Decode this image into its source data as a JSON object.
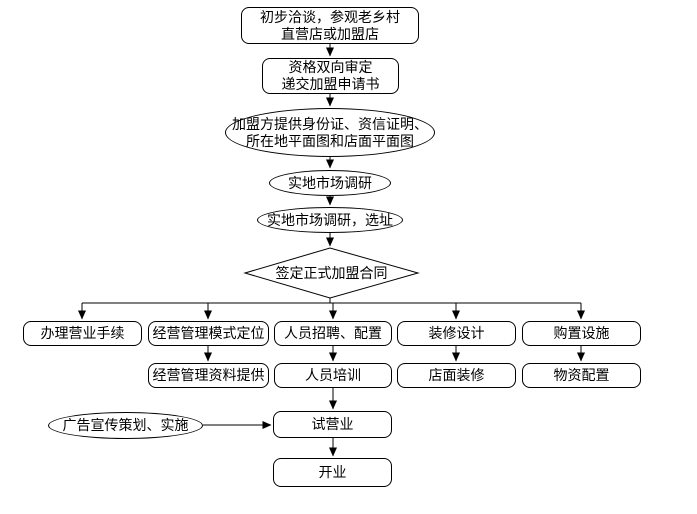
{
  "diagram": {
    "type": "flowchart",
    "colors": {
      "background": "#ffffff",
      "line": "#000000",
      "node_fill": "#ffffff",
      "text": "#000000"
    },
    "nodes": {
      "initial_talks": {
        "shape": "rounded-box",
        "text": "初步洽谈，参观老乡村\n直营店或加盟店"
      },
      "qualification_review": {
        "shape": "rounded-box",
        "text": "资格双向审定\n递交加盟申请书"
      },
      "provide_documents": {
        "shape": "ellipse",
        "text": "加盟方提供身份证、资信证明、\n所在地平面图和店面平面图"
      },
      "market_research": {
        "shape": "ellipse",
        "text": "实地市场调研"
      },
      "site_selection": {
        "shape": "ellipse",
        "text": "实地市场调研，选址"
      },
      "sign_contract": {
        "shape": "diamond",
        "text": "签定正式加盟合同"
      },
      "business_license": {
        "shape": "rounded-box",
        "text": "办理营业手续"
      },
      "management_mode": {
        "shape": "rounded-box",
        "text": "经营管理模式定位"
      },
      "recruitment": {
        "shape": "rounded-box",
        "text": "人员招聘、配置"
      },
      "decoration_design": {
        "shape": "rounded-box",
        "text": "装修设计"
      },
      "purchase_facilities": {
        "shape": "rounded-box",
        "text": "购置设施"
      },
      "management_materials": {
        "shape": "rounded-box",
        "text": "经营管理资料提供"
      },
      "staff_training": {
        "shape": "rounded-box",
        "text": "人员培训"
      },
      "store_decoration": {
        "shape": "rounded-box",
        "text": "店面装修"
      },
      "materials_allocation": {
        "shape": "rounded-box",
        "text": "物资配置"
      },
      "advertising": {
        "shape": "ellipse",
        "text": "广告宣传策划、实施"
      },
      "trial_operation": {
        "shape": "rounded-box",
        "text": "试营业"
      },
      "opening": {
        "shape": "rounded-box",
        "text": "开业"
      }
    },
    "edges": [
      {
        "from": "initial_talks",
        "to": "qualification_review"
      },
      {
        "from": "qualification_review",
        "to": "provide_documents"
      },
      {
        "from": "provide_documents",
        "to": "market_research"
      },
      {
        "from": "market_research",
        "to": "site_selection"
      },
      {
        "from": "site_selection",
        "to": "sign_contract"
      },
      {
        "from": "sign_contract",
        "to": "business_license"
      },
      {
        "from": "sign_contract",
        "to": "management_mode"
      },
      {
        "from": "sign_contract",
        "to": "recruitment"
      },
      {
        "from": "sign_contract",
        "to": "decoration_design"
      },
      {
        "from": "sign_contract",
        "to": "purchase_facilities"
      },
      {
        "from": "management_mode",
        "to": "management_materials"
      },
      {
        "from": "recruitment",
        "to": "staff_training"
      },
      {
        "from": "decoration_design",
        "to": "store_decoration"
      },
      {
        "from": "purchase_facilities",
        "to": "materials_allocation"
      },
      {
        "from": "staff_training",
        "to": "trial_operation"
      },
      {
        "from": "advertising",
        "to": "trial_operation"
      },
      {
        "from": "trial_operation",
        "to": "opening"
      }
    ]
  }
}
